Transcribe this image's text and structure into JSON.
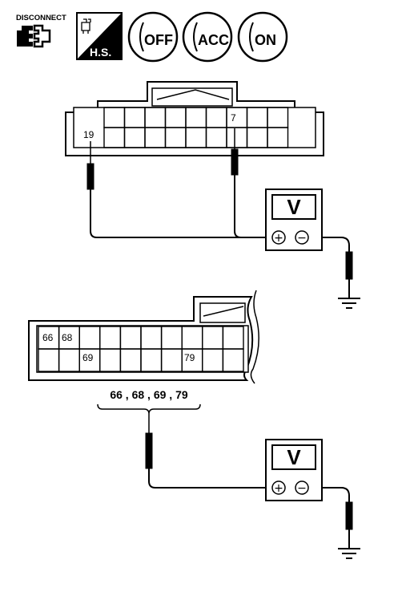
{
  "header": {
    "disconnect_label": "DISCONNECT",
    "hs_label": "H.S.",
    "ignition_positions": [
      "OFF",
      "ACC",
      "ON"
    ]
  },
  "connector_top": {
    "pin_a": "19",
    "pin_b": "7"
  },
  "connector_bottom": {
    "pins": [
      "66",
      "68",
      "69",
      "79"
    ],
    "pin_group_label": "66 , 68 , 69 , 79"
  },
  "meters": [
    {
      "symbol": "V",
      "plus": "+",
      "minus": "−"
    },
    {
      "symbol": "V",
      "plus": "+",
      "minus": "−"
    }
  ],
  "colors": {
    "ink": "#000000",
    "paper": "#ffffff"
  }
}
